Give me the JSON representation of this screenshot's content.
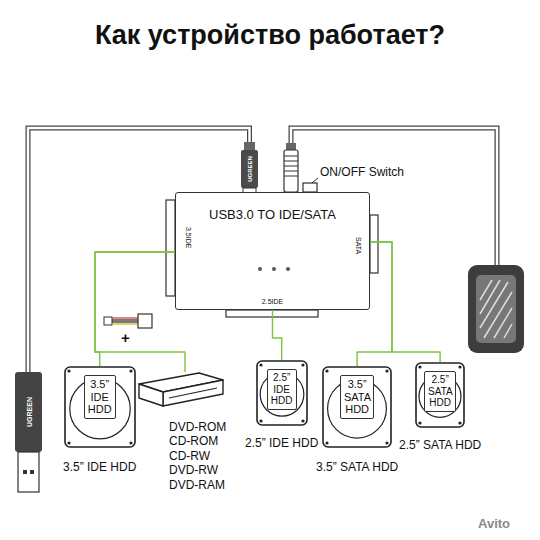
{
  "diagram": {
    "title": "Как устройство работает?",
    "nodes": [
      {
        "text": [
          "USB3.0 TO IDE/SATA",
          "3.5IDE",
          "SATA",
          "2.5IDE"
        ]
      },
      {
        "text": [
          "3.5” IDE HDD",
          "3.5” IDE HDD"
        ]
      },
      {
        "text": [
          "DVD-ROM CD-ROM CD-RW DVD-RW DVD-RAM"
        ]
      },
      {
        "text": [
          "2.5” IDE HDD",
          "2.5” IDE HDD"
        ]
      },
      {
        "text": [
          "3.5” SATA HDD",
          "3.5” SATA HDD"
        ]
      },
      {
        "text": [
          "2.5” SATA HDD",
          "2.5” SATA HDD"
        ]
      }
    ],
    "edges": [
      {
        "from": 0,
        "to": 1,
        "arrow": "none"
      },
      {
        "from": 0,
        "to": 2,
        "arrow": "none"
      },
      {
        "from": 0,
        "to": 3,
        "arrow": "none"
      },
      {
        "from": 0,
        "to": 4,
        "arrow": "none"
      },
      {
        "from": 0,
        "to": 5,
        "arrow": "none"
      }
    ],
    "labels": [
      "ON/OFF Switch",
      "+",
      "UGREEN",
      "UGREEN",
      "Avito"
    ]
  }
}
